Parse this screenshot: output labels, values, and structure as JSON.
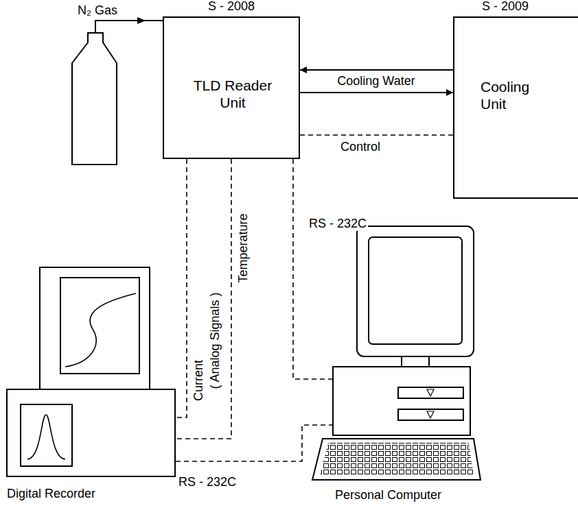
{
  "diagram": {
    "nodes": [
      {
        "text": [
          "S - 2008",
          "TLD Reader Unit"
        ]
      },
      {
        "text": [
          "S - 2009",
          "Cooling Unit"
        ]
      },
      {
        "text": [
          "Digital Recorder"
        ]
      },
      {
        "text": [
          "Personal Computer"
        ]
      }
    ],
    "edges": [
      {
        "from": 1,
        "to": 0,
        "arrow": "to",
        "label": "Cooling Water"
      },
      {
        "from": 0,
        "to": 1,
        "arrow": "to"
      },
      {
        "from": 0,
        "to": 1,
        "arrow": "none",
        "label": "Control"
      },
      {
        "from": 0,
        "to": 2,
        "arrow": "none",
        "label": "Current"
      },
      {
        "from": 0,
        "to": 2,
        "arrow": "none",
        "label": "Temperature"
      },
      {
        "from": 0,
        "to": 3,
        "arrow": "none",
        "label": "RS - 232C"
      },
      {
        "from": 2,
        "to": 3,
        "arrow": "none",
        "label": "RS - 232C"
      }
    ],
    "labels": [
      "N₂ Gas",
      "( Analog Signals )"
    ]
  }
}
